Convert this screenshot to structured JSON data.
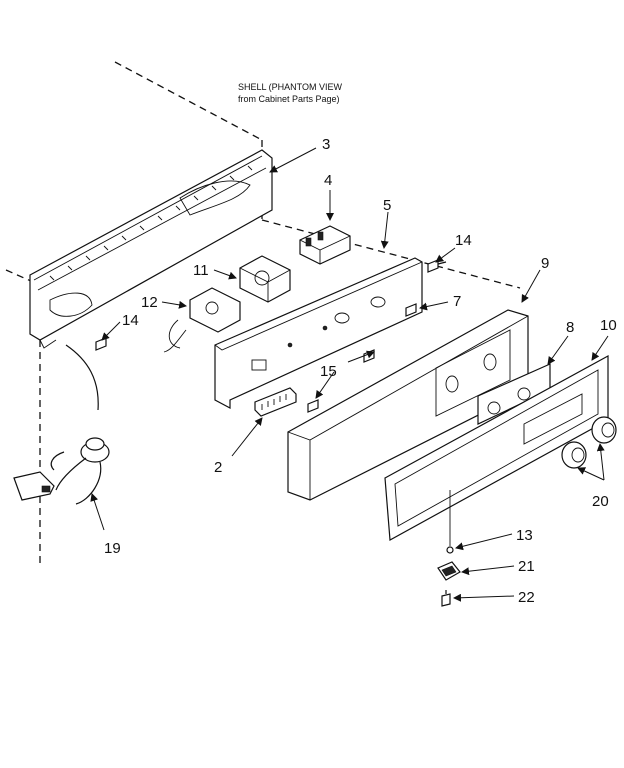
{
  "note": {
    "line1": "SHELL (PHANTOM VIEW",
    "line2": "from Cabinet Parts Page)"
  },
  "callouts": {
    "p2": "2",
    "p3": "3",
    "p4": "4",
    "p5": "5",
    "p7": "7",
    "p8": "8",
    "p9": "9",
    "p10": "10",
    "p11": "11",
    "p12": "12",
    "p13": "13",
    "p14a": "14",
    "p14b": "14",
    "p15": "15",
    "p19": "19",
    "p20": "20",
    "p21": "21",
    "p22": "22"
  }
}
